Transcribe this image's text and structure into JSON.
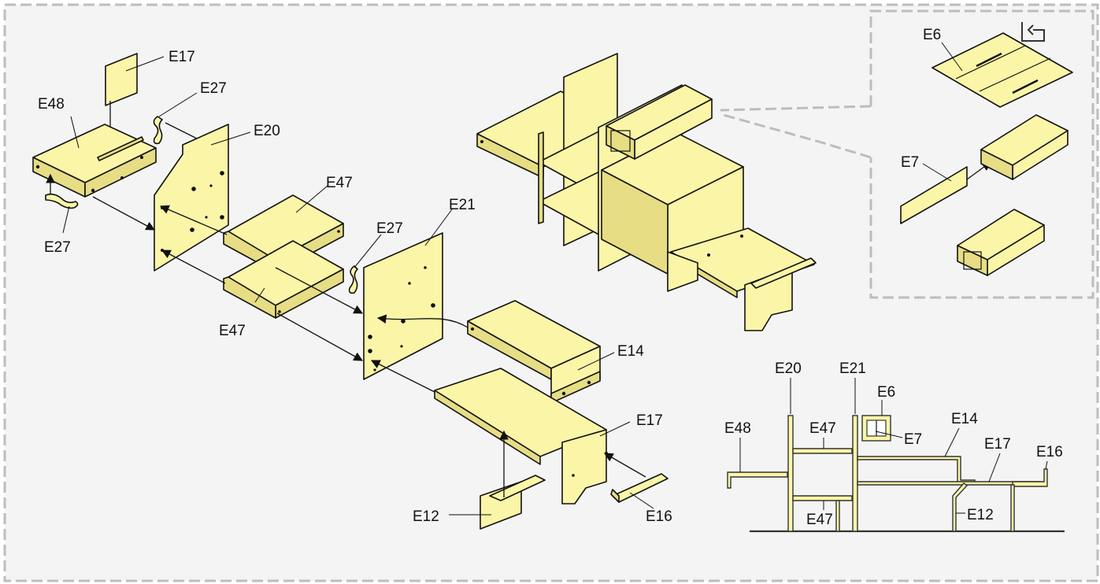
{
  "labels": {
    "e48": "E48",
    "e17_top": "E17",
    "e27_top": "E27",
    "e27_left": "E27",
    "e20": "E20",
    "e47_upper": "E47",
    "e47_lower": "E47",
    "e27_mid": "E27",
    "e21": "E21",
    "e14": "E14",
    "e17_main": "E17",
    "e12": "E12",
    "e16": "E16",
    "e6": "E6",
    "e7": "E7"
  },
  "section": {
    "e20": "E20",
    "e21": "E21",
    "e6": "E6",
    "e48": "E48",
    "e47_top": "E47",
    "e7": "E7",
    "e14": "E14",
    "e17": "E17",
    "e16": "E16",
    "e12": "E12",
    "e47_bottom": "E47"
  },
  "icons": {
    "rotate": "rotate-icon"
  }
}
